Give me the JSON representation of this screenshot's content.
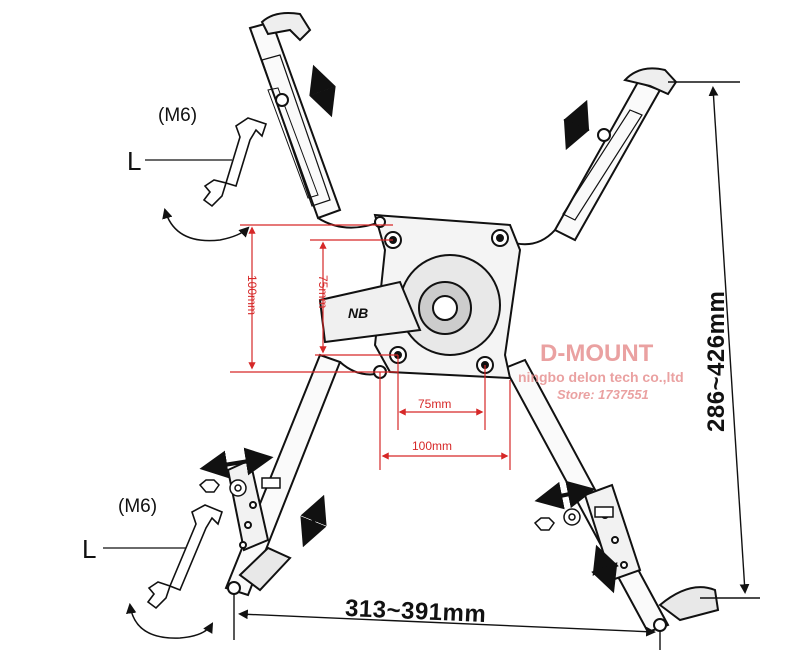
{
  "labels": {
    "wrench_top_size": "(M6)",
    "wrench_top_letter": "L",
    "wrench_bottom_size": "(M6)",
    "wrench_bottom_letter": "L",
    "vesa_h_small": "75mm",
    "vesa_h_large": "100mm",
    "vesa_v_small": "75mm",
    "vesa_v_large": "100mm",
    "span_vertical": "286~426mm",
    "span_horizontal": "313~391mm",
    "brand_mark": "NB"
  },
  "watermark": {
    "brand": "D-MOUNT",
    "company": "ningbo delon tech co.,ltd",
    "store": "Store: 1737551"
  },
  "colors": {
    "dimension_red": "#d62828",
    "line_black": "#111111",
    "watermark": "#e58a8a"
  },
  "icons": [
    "wrench-icon",
    "rotate-arrow-icon",
    "double-arrow-icon",
    "bolt-icon",
    "washer-icon"
  ]
}
